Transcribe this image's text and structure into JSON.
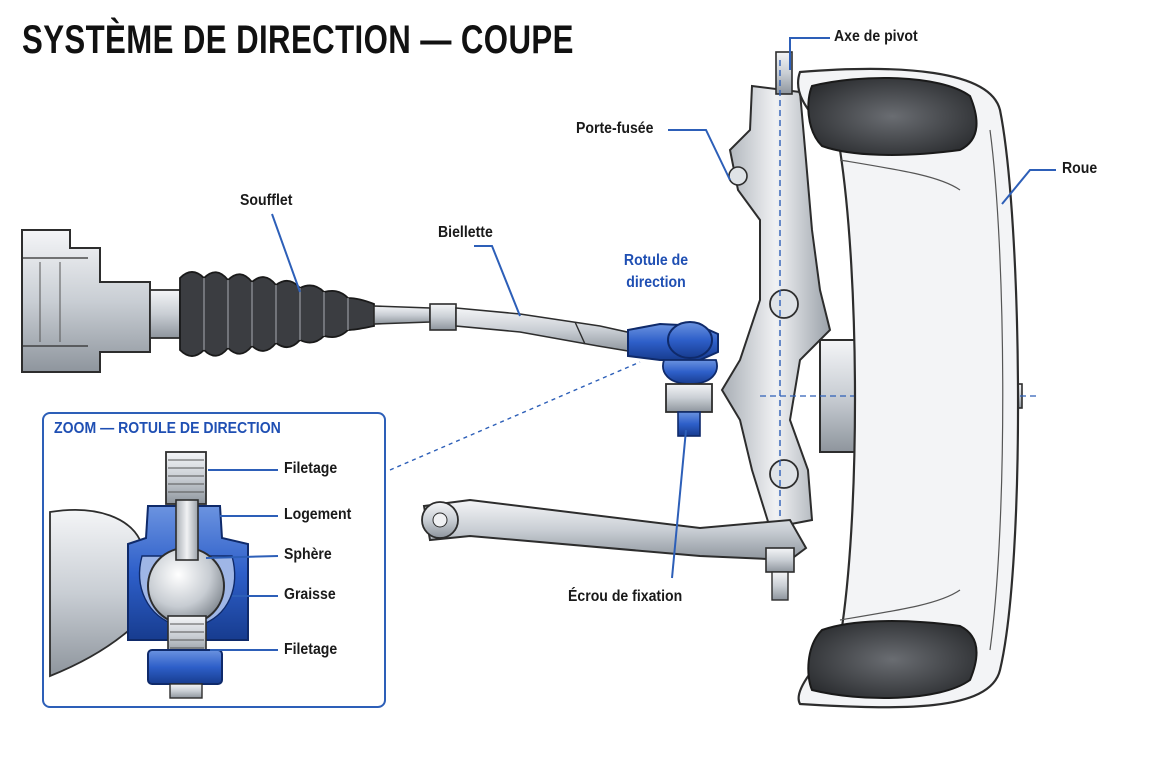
{
  "title": "SYSTÈME DE DIRECTION — COUPE",
  "colors": {
    "accent": "#2350b8",
    "line": "#2d2d2d",
    "metal": "#d9dde2",
    "rubber": "#3a3a3a"
  },
  "labels": {
    "axe_pivot": "Axe de pivot",
    "porte_fusee": "Porte-fusée",
    "roue": "Roue",
    "soufflet": "Soufflet",
    "biellette": "Biellette",
    "rotule_line1": "Rotule de",
    "rotule_line2": "direction",
    "ecrou": "Écrou de fixation"
  },
  "zoom": {
    "title": "ZOOM — ROTULE DE DIRECTION",
    "labels": {
      "filetage_top": "Filetage",
      "logement": "Logement",
      "sphere": "Sphère",
      "graisse": "Graisse",
      "filetage_bottom": "Filetage"
    }
  }
}
